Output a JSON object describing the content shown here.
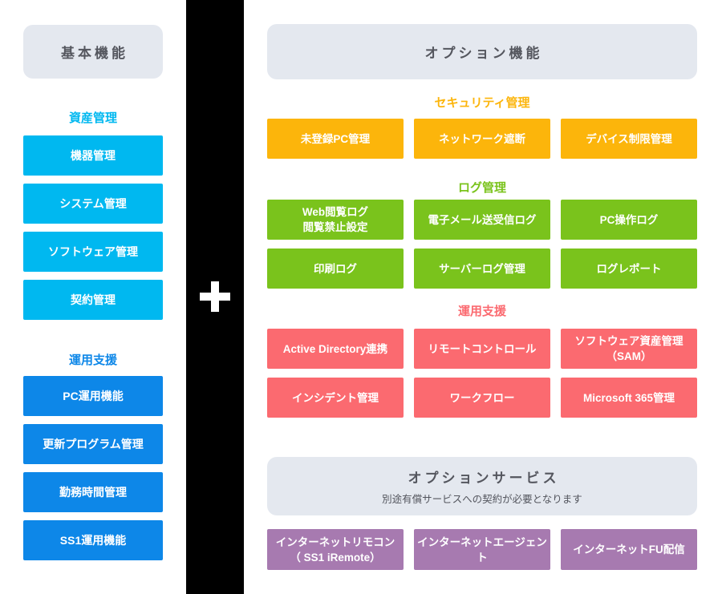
{
  "colors": {
    "cyan": "#00b8f0",
    "blue": "#0d87e8",
    "orange": "#fcb50b",
    "green": "#7ac31c",
    "red": "#fb6a70",
    "purple": "#a77ab0",
    "header_bg": "#e4e8ef",
    "header_text": "#54565e",
    "divider_bg": "#000000",
    "box_text": "#ffffff"
  },
  "left_panel": {
    "header_label": "基本機能",
    "sections": [
      {
        "id": "asset-management",
        "label": "資産管理",
        "items": [
          "機器管理",
          "システム管理",
          "ソフトウェア管理",
          "契約管理"
        ]
      },
      {
        "id": "operation-support",
        "label": "運用支援",
        "items": [
          "PC運用機能",
          "更新プログラム管理",
          "勤務時間管理",
          "SS1運用機能"
        ]
      }
    ]
  },
  "divider": {
    "plus_icon": "+"
  },
  "right_panel": {
    "header_label": "オプション機能",
    "sections": [
      {
        "id": "security-management",
        "label": "セキュリティ管理",
        "items": [
          "未登録PC管理",
          "ネットワーク遮断",
          "デバイス制限管理"
        ]
      },
      {
        "id": "log-management",
        "label": "ログ管理",
        "items": [
          "Web閲覧ログ\n閲覧禁止設定",
          "電子メール送受信ログ",
          "PC操作ログ",
          "印刷ログ",
          "サーバーログ管理",
          "ログレポート"
        ]
      },
      {
        "id": "operation-support",
        "label": "運用支援",
        "items": [
          "Active Directory連携",
          "リモートコントロール",
          "ソフトウェア資産管理\n（SAM）",
          "インシデント管理",
          "ワークフロー",
          "Microsoft 365管理"
        ]
      }
    ],
    "option_service": {
      "header_label": "オプションサービス",
      "subtitle": "別途有償サービスへの契約が必要となります",
      "items": [
        "インターネットリモコン\n（ SS1 iRemote）",
        "インターネットエージェント",
        "インターネットFU配信"
      ]
    }
  }
}
